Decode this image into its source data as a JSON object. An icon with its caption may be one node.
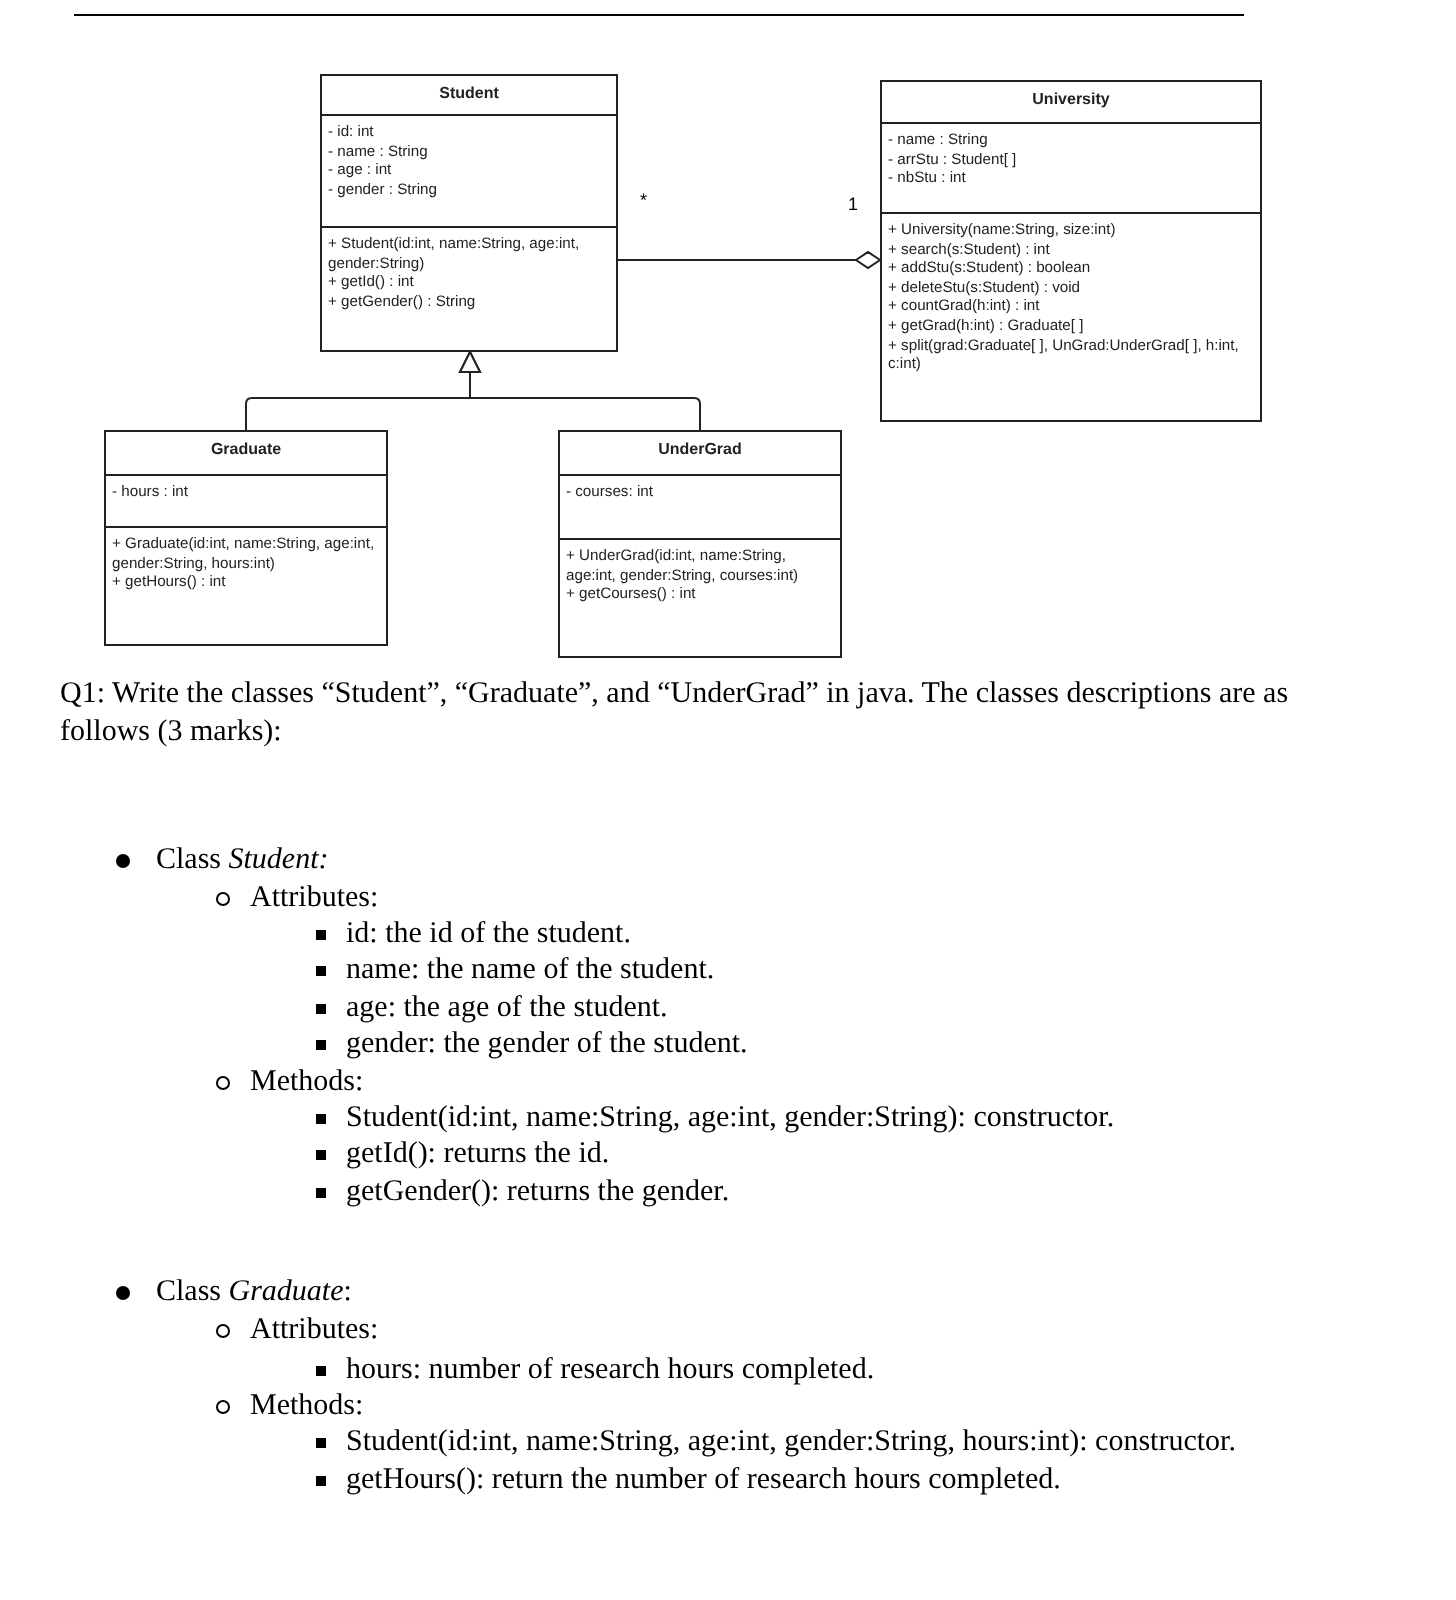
{
  "diagram": {
    "nodes": [
      {
        "text": [
          "Student"
        ]
      },
      {
        "text": [
          "- id: int",
          "- name : String",
          "- age : int",
          "- gender : String"
        ],
        "in": 0
      },
      {
        "text": [
          "+ Student(id:int, name:String, age:int, gender:String)",
          "+ getId() : int",
          "+ getGender() : String"
        ],
        "in": 0
      },
      {
        "text": [
          "University"
        ]
      },
      {
        "text": [
          "- name : String",
          "- arrStu : Student[ ]",
          "- nbStu : int"
        ],
        "in": 3
      },
      {
        "text": [
          "+ University(name:String, size:int)",
          "+ search(s:Student) : int",
          "+ addStu(s:Student) : boolean",
          "+ deleteStu(s:Student) : void",
          "+ countGrad(h:int) : int",
          "+ getGrad(h:int) : Graduate[ ]",
          "+ split(grad:Graduate[ ], UnGrad:UnderGrad[ ], h:int, c:int)"
        ],
        "in": 3
      },
      {
        "text": [
          "Graduate"
        ]
      },
      {
        "text": [
          "- hours : int"
        ],
        "in": 6
      },
      {
        "text": [
          "+ Graduate(id:int, name:String, age:int, gender:String, hours:int)",
          "+ getHours() : int"
        ],
        "in": 6
      },
      {
        "text": [
          "UnderGrad"
        ]
      },
      {
        "text": [
          "- courses: int"
        ],
        "in": 9
      },
      {
        "text": [
          "+ UnderGrad(id:int, name:String, age:int, gender:String, courses:int)",
          "+ getCourses() : int"
        ],
        "in": 9
      }
    ],
    "edges": [
      {
        "from": 0,
        "to": 3,
        "arrow": "other"
      },
      {
        "from": 6,
        "to": 0,
        "arrow": "to"
      },
      {
        "from": 9,
        "to": 0,
        "arrow": "to"
      }
    ],
    "labels": [
      "*",
      "1",
      "Q1: Write the classes “Student”, “Graduate”, and “UnderGrad” in java. The classes descriptions are as follows (3 marks):",
      "Class *Student:*",
      "Attributes:",
      "id: the id of the student.",
      "name: the name of the student.",
      "age: the age of the student.",
      "gender: the gender of the student.",
      "Methods:",
      "Student(id:int, name:String, age:int, gender:String): constructor.",
      "getId(): returns the id.",
      "getGender(): returns the gender.",
      "Class *Graduate*:",
      "Attributes:",
      "hours: number of research hours completed.",
      "Methods:",
      "Student(id:int, name:String, age:int, gender:String, hours:int): constructor.",
      "getHours(): return the number of research hours completed."
    ]
  }
}
